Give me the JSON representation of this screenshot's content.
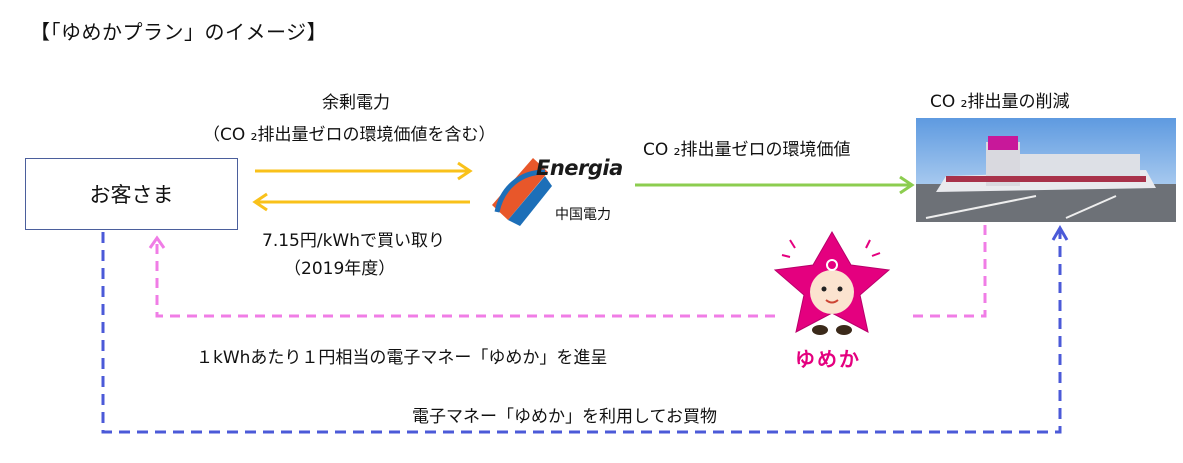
{
  "title": "【「ゆめかプラン」のイメージ】",
  "customer": {
    "label": "お客さま"
  },
  "surplus": {
    "line1": "余剰電力",
    "line2": "（CO ₂排出量ゼロの環境価値を含む）"
  },
  "purchase": {
    "line1": "7.15円/kWhで買い取り",
    "line2": "（2019年度）"
  },
  "utility": {
    "logo_text": "Energia",
    "name": "中国電力"
  },
  "env_value": {
    "label": "CO ₂排出量ゼロの環境価値"
  },
  "store": {
    "caption": "CO ₂排出量の削減"
  },
  "reward": {
    "label": "１kWhあたり１円相当の電子マネー「ゆめか」を進呈"
  },
  "shopping": {
    "label": "電子マネー「ゆめか」を利用してお買物"
  },
  "mascot": {
    "name": "ゆめか"
  },
  "colors": {
    "yellow_arrow": "#f9c11a",
    "green_arrow": "#8ccd4f",
    "pink_dashed": "#f07de6",
    "blue_dashed": "#4b5ad8",
    "mascot_star": "#e4007f",
    "logo_orange": "#e8572a",
    "logo_blue": "#1d6fb8"
  }
}
